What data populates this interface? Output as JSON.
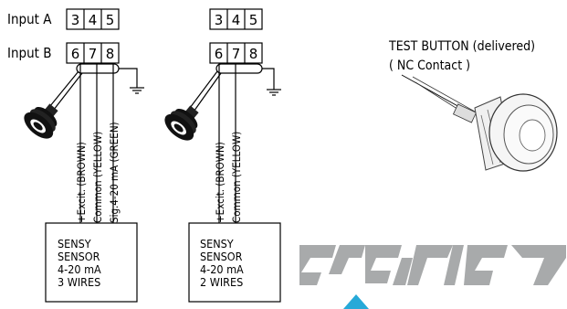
{
  "inputs": {
    "input_a_label": "Input A",
    "input_b_label": "Input B",
    "input_a_terminals": [
      "3",
      "4",
      "5"
    ],
    "input_b_terminals": [
      "6",
      "7",
      "8"
    ]
  },
  "left_wiring": {
    "wire_labels": [
      "+Excit. (BROWN)",
      "Common (YELLOW)",
      "Sig.4-20 mA (GREEN)"
    ],
    "sensor_box_lines": [
      "SENSY",
      "SENSOR",
      "4-20 mA",
      "3 WIRES"
    ]
  },
  "middle_wiring": {
    "input_terminals_top": [
      "3",
      "4",
      "5"
    ],
    "input_terminals_bottom": [
      "6",
      "7",
      "8"
    ],
    "wire_labels": [
      "+Excit. (BROWN)",
      "Common (YELLOW)"
    ],
    "sensor_box_lines": [
      "SENSY",
      "SENSOR",
      "4-20 mA",
      "2 WIRES"
    ]
  },
  "test_button": {
    "title": "TEST BUTTON (delivered)",
    "subtitle": "( NC Contact )"
  },
  "colors": {
    "logo_gray": "#a8aaab",
    "logo_accent": "#27a9d8",
    "line": "#000000"
  },
  "icons": [
    "test-button-icon",
    "connector-plug-icon",
    "ground-icon",
    "sensy-logo"
  ]
}
